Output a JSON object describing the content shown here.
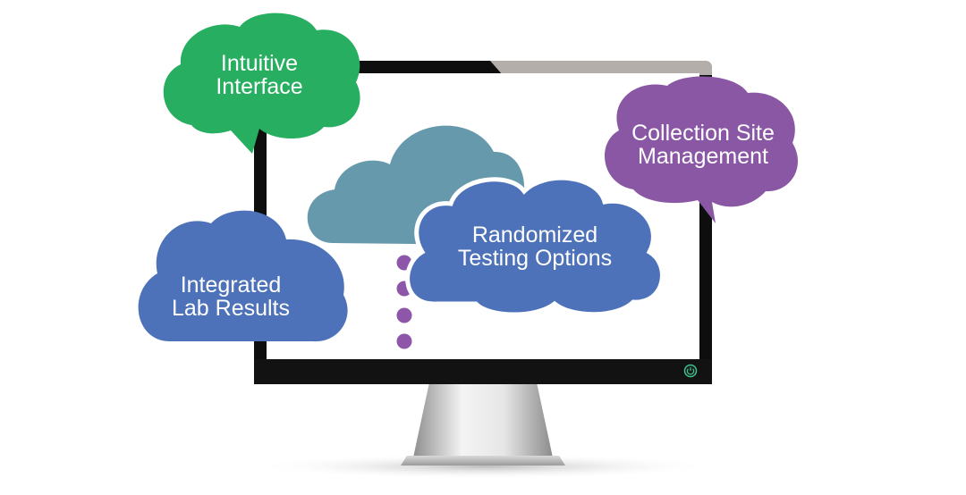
{
  "colors": {
    "green": "#27ae60",
    "purple": "#8a57a5",
    "blue": "#4e72b9",
    "teal": "#6799ad",
    "dot": "#8e56a8",
    "monitor_frame": "#0e0e0e",
    "screen": "#ffffff",
    "power_led": "#39c38d"
  },
  "icons": {
    "power": "power-icon"
  },
  "bubbles": {
    "intuitive": {
      "line1": "Intuitive",
      "line2": "Interface"
    },
    "collection": {
      "line1": "Collection Site",
      "line2": "Management"
    },
    "integrated": {
      "line1": "Integrated",
      "line2": "Lab Results"
    },
    "randomized": {
      "line1": "Randomized",
      "line2": "Testing Options"
    }
  },
  "connector": {
    "dot_count": 4
  }
}
